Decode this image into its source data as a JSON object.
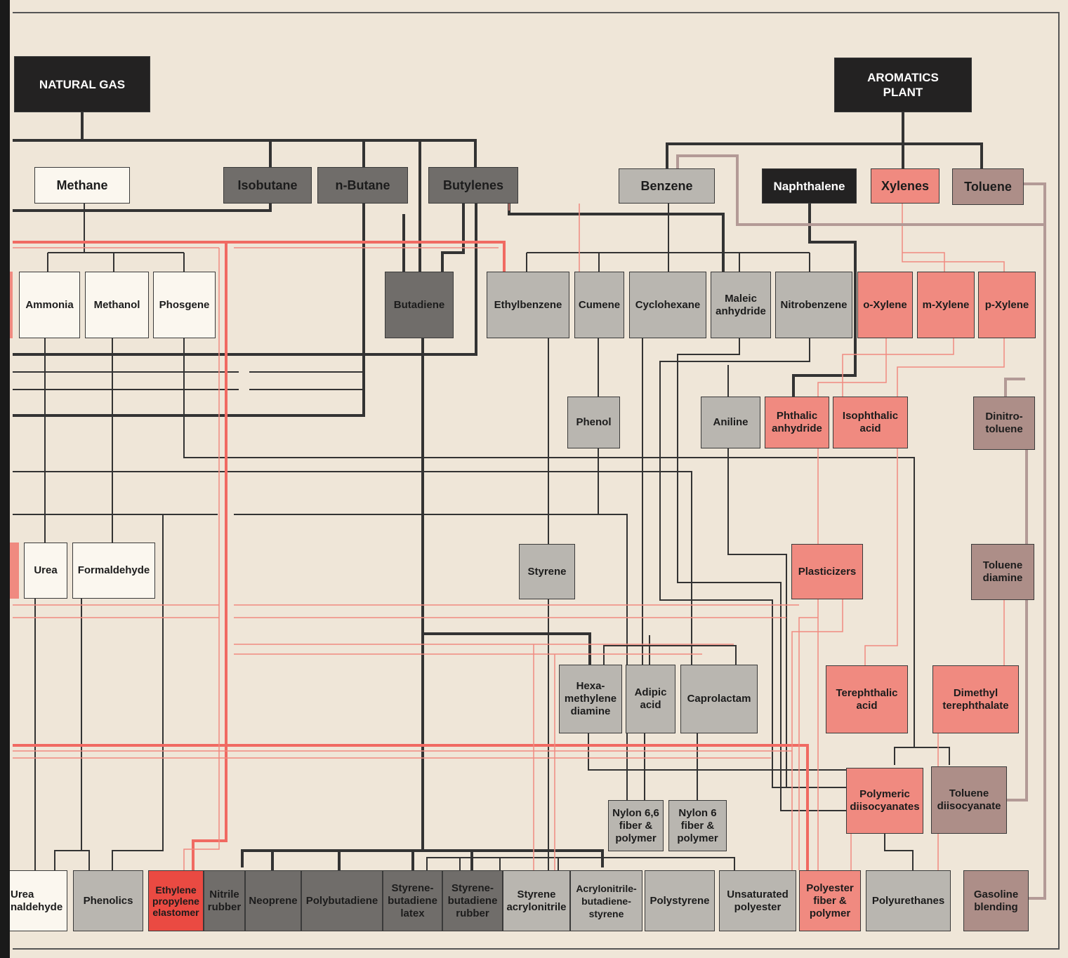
{
  "nodes": {
    "natural_gas": "NATURAL GAS",
    "aromatics_plant": "AROMATICS\nPLANT",
    "methane": "Methane",
    "isobutane": "Isobutane",
    "n_butane": "n-Butane",
    "butylenes": "Butylenes",
    "benzene": "Benzene",
    "naphthalene": "Naphthalene",
    "xylenes": "Xylenes",
    "toluene": "Toluene",
    "ammonia": "Ammonia",
    "methanol": "Methanol",
    "phosgene": "Phosgene",
    "butadiene": "Butadiene",
    "ethylbenzene": "Ethylbenzene",
    "cumene": "Cumene",
    "cyclohexane": "Cyclohexane",
    "maleic_anhydride": "Maleic\nanhydride",
    "nitrobenzene": "Nitrobenzene",
    "o_xylene": "o-Xylene",
    "m_xylene": "m-Xylene",
    "p_xylene": "p-Xylene",
    "phenol": "Phenol",
    "aniline": "Aniline",
    "phthalic_anhydride": "Phthalic\nanhydride",
    "isophthalic_acid": "Isophthalic\nacid",
    "dinitrotoluene": "Dinitro-\ntoluene",
    "urea": "Urea",
    "formaldehyde": "Formaldehyde",
    "styrene": "Styrene",
    "plasticizers": "Plasticizers",
    "toluene_diamine": "Toluene\ndiamine",
    "hexamethylene_diamine": "Hexa-\nmethylene\ndiamine",
    "adipic_acid": "Adipic\nacid",
    "caprolactam": "Caprolactam",
    "terephthalic_acid": "Terephthalic\nacid",
    "dimethyl_terephthalate": "Dimethyl\nterephthalate",
    "nylon_66": "Nylon 6,6\nfiber &\npolymer",
    "nylon_6": "Nylon 6\nfiber &\npolymer",
    "polymeric_diisocyanates": "Polymeric\ndiisocyanates",
    "toluene_diisocyanate": "Toluene\ndiisocyanate",
    "urea_formaldehyde": "Urea\nnaldehyde",
    "phenolics": "Phenolics",
    "epdm": "Ethylene\npropylene\nelastomer",
    "nitrile_rubber": "Nitrile\nrubber",
    "neoprene": "Neoprene",
    "polybutadiene": "Polybutadiene",
    "sb_latex": "Styrene-\nbutadiene\nlatex",
    "sb_rubber": "Styrene-\nbutadiene\nrubber",
    "styrene_acrylonitrile": "Styrene\nacrylonitrile",
    "abs": "Acrylonitrile-\nbutadiene-\nstyrene",
    "polystyrene": "Polystyrene",
    "unsaturated_polyester": "Unsaturated\npolyester",
    "polyester_fiber": "Polyester\nfiber &\npolymer",
    "polyurethanes": "Polyurethanes",
    "gasoline_blending": "Gasoline\nblending"
  },
  "colors": {
    "background": "#efe6d8",
    "white": "#fbf7ef",
    "light_gray": "#b9b6b0",
    "dark_gray": "#706d6a",
    "black": "#232222",
    "pink": "#f08a80",
    "red": "#ea4a42",
    "mauve": "#ad8e88",
    "line_dark": "#333333",
    "line_red": "#f06a62",
    "line_mauve": "#b39a96"
  }
}
